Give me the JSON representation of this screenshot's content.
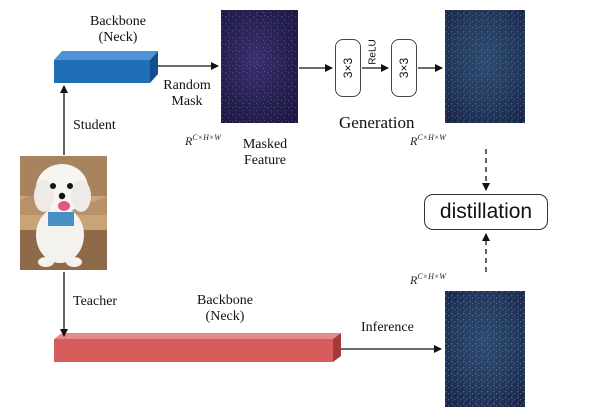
{
  "labels": {
    "student_backbone_line1": "Backbone",
    "student_backbone_line2": "(Neck)",
    "random_mask_line1": "Random",
    "random_mask_line2": "Mask",
    "student": "Student",
    "teacher": "Teacher",
    "masked_feature_line1": "Masked",
    "masked_feature_line2": "Feature",
    "generation": "Generation",
    "conv1": "3×3",
    "relu": "ReLU",
    "conv2": "3×3",
    "distillation": "distillation",
    "teacher_backbone_line1": "Backbone",
    "teacher_backbone_line2": "(Neck)",
    "inference": "Inference",
    "tensor_shape_base": "R",
    "tensor_shape_sup": "C×H×W"
  },
  "colors": {
    "student_backbone": "#1f6fb8",
    "teacher_backbone": "#d95c5c",
    "feature_map": "#2a2357",
    "arrow": "#111111"
  },
  "icons": {
    "input_image": "white-poodle-photo"
  }
}
